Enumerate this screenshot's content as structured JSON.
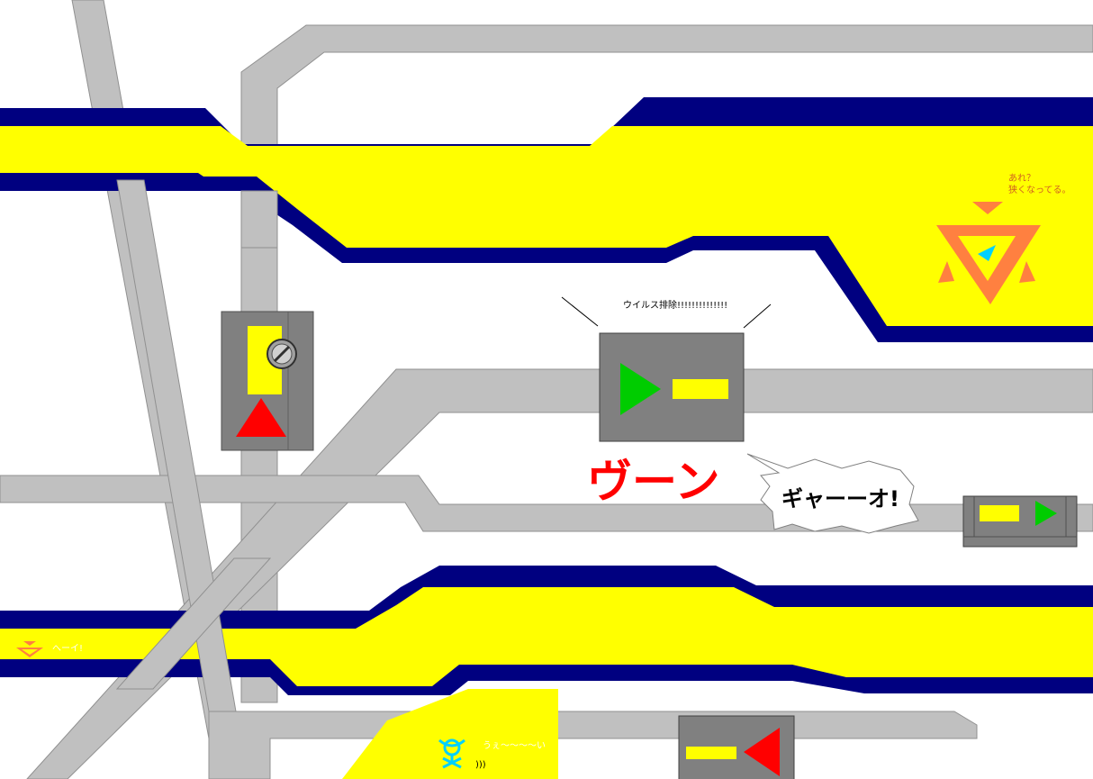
{
  "colors": {
    "pipe_gray": "#c0c0c0",
    "pipe_outline": "#808080",
    "band_yellow": "#ffff00",
    "band_navy": "#000080",
    "device_gray": "#808080",
    "arrow_green": "#00cc00",
    "arrow_red": "#ff0000",
    "creature_orange": "#ff8040",
    "creature_cyan": "#00d0ff",
    "shout_red": "#ff0000"
  },
  "labels": {
    "virus_removal": "ウイルス排除!!!!!!!!!!!!!!",
    "narrowed_line1": "あれ？",
    "narrowed_line2": "狭くなってる。",
    "vroom": "ヴーン",
    "roar": "ギャーーオ!",
    "hey": "へーイ!",
    "ue": "うぇ〜〜〜〜い",
    "trail": ")))"
  },
  "icons": {
    "screw": "screw-icon",
    "green_arrow": "play-right-icon",
    "red_arrow_up": "triangle-up-icon",
    "red_arrow_left": "triangle-left-icon"
  }
}
